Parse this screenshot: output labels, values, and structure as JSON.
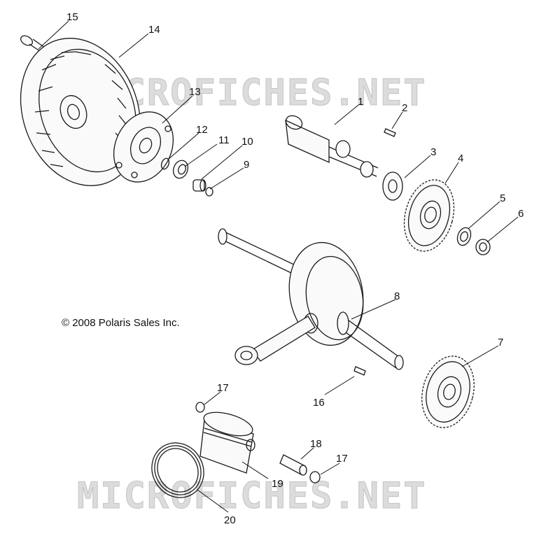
{
  "copyright": "© 2008 Polaris Sales Inc.",
  "watermark": "MICROFICHES.NET",
  "callouts": [
    "1",
    "2",
    "3",
    "4",
    "5",
    "6",
    "7",
    "8",
    "9",
    "10",
    "11",
    "12",
    "13",
    "14",
    "15",
    "16",
    "17",
    "17",
    "18",
    "19",
    "20"
  ],
  "colors": {
    "line": "#1a1a1a",
    "watermark": "#c8c8c8",
    "background": "#ffffff"
  }
}
